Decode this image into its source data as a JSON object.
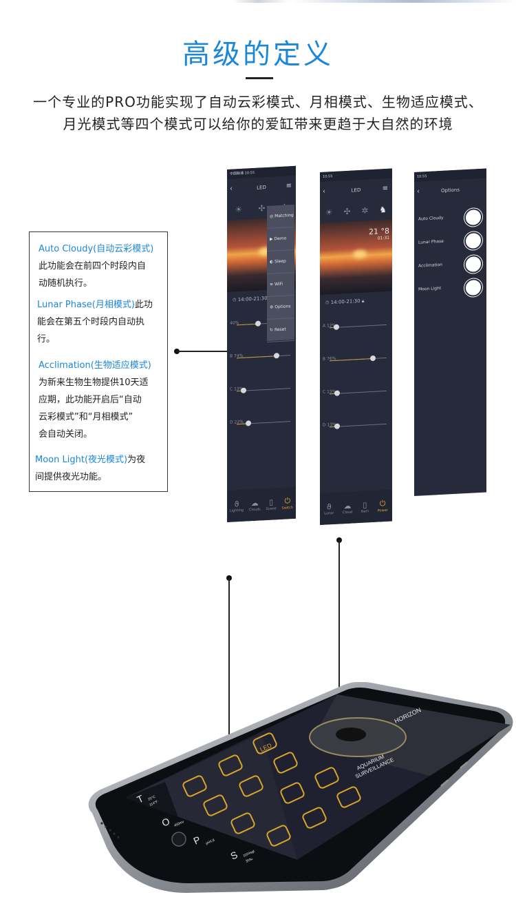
{
  "page": {
    "title": "高级的定义",
    "subtitle_line1": "一个专业的PRO功能实现了自动云彩模式、月相模式、生物适应模式、",
    "subtitle_line2": "月光模式等四个模式可以给你的爱缸带来更趋于大自然的环境"
  },
  "info": {
    "auto_cloudy_title": "Auto Cloudy(自动云彩模式)",
    "auto_cloudy_desc_1": "此功能会在前四个时段内自",
    "auto_cloudy_desc_2": "动随机执行。",
    "lunar_title": "Lunar Phase(月相模式)",
    "lunar_desc_1": "此功",
    "lunar_desc_2": "能会在第五个时段内自动执",
    "lunar_desc_3": "行。",
    "accl_title": "Acclimation(生物适应模式)",
    "accl_desc_1": "为新来生物生物提供10天适",
    "accl_desc_2": "应期，此功能开启后“自动",
    "accl_desc_3": "云彩模式”和“月相模式”",
    "accl_desc_4": "会自动关闭。",
    "moon_title": "Moon Light(夜光模式)",
    "moon_desc_1": "为夜",
    "moon_desc_2": "间提供夜光功能。"
  },
  "screen1": {
    "status": "中国联通  10:55",
    "header": "LED",
    "dropdown": [
      "Matching",
      "Demo",
      "Sleep",
      "WiFi",
      "Options",
      "Reset"
    ],
    "timer": "14:00-21:30",
    "sliders": [
      {
        "label": "40%",
        "value": 0.4
      },
      {
        "label": "B 74%",
        "value": 0.74
      },
      {
        "label": "C 13%",
        "value": 0.13
      },
      {
        "label": "D 22%",
        "value": 0.22
      }
    ],
    "tabs": [
      "Lighting",
      "Clouds",
      "Scene",
      "Switch"
    ]
  },
  "screen2": {
    "status": "10:55",
    "header": "LED",
    "clock": "21 °8",
    "clock_sub": "01:31",
    "timer": "14:00-21:30",
    "sliders": [
      {
        "label": "A 12%",
        "value": 0.12
      },
      {
        "label": "B 76%",
        "value": 0.76
      },
      {
        "label": "C 13%",
        "value": 0.13
      },
      {
        "label": "D 13%",
        "value": 0.13
      }
    ],
    "tabs": [
      "Lunar",
      "Cloud",
      "Item",
      "Power"
    ]
  },
  "screen3": {
    "status": "10:55",
    "header": "Options",
    "options": [
      "Auto Cloudy",
      "Lunar Phase",
      "Acclimation",
      "Moon Light"
    ]
  },
  "iphone": {
    "brand": "HORIZON",
    "tagline_1": "AQUARIUM",
    "tagline_2": "SURVEILLANCE",
    "stat_t": "T",
    "stat_t_v1": "25°C",
    "stat_t_v2": "114°F",
    "stat_o": "O",
    "stat_o_v": "450mv",
    "stat_p": "P",
    "stat_p_v": "pH4.8",
    "stat_s": "S",
    "stat_s_v1": "1024sgt",
    "stat_s_v2": "35‰",
    "led_label": "LED",
    "icon_color": "#d9a62b"
  },
  "colors": {
    "accent": "#1a87d8",
    "screen_bg": "#262a3a",
    "gold": "#d9a62b"
  }
}
